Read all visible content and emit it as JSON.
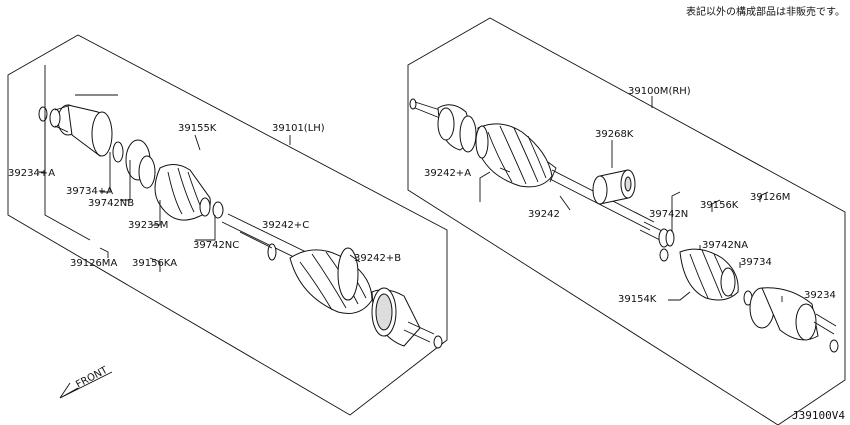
{
  "header_note": "表記以外の構成部品は非販売です。",
  "diagram_code": "J39100V4",
  "front_label": "FRONT",
  "left_assembly": {
    "title": "39101(LH)",
    "labels": {
      "p39234A": "39234+A",
      "p39734A": "39734+A",
      "p39742NB": "39742NB",
      "p39235M": "39235M",
      "p39742NC": "39742NC",
      "p39155K": "39155K",
      "p39126MA": "39126MA",
      "p39156KA": "39156KA",
      "p39242C": "39242+C",
      "p39242B": "39242+B"
    }
  },
  "right_assembly": {
    "title": "39100M(RH)",
    "labels": {
      "p39268K": "39268K",
      "p39242A": "39242+A",
      "p39242": "39242",
      "p39742N": "39742N",
      "p39156K": "39156K",
      "p39126M": "39126M",
      "p39742NA": "39742NA",
      "p39734": "39734",
      "p39234": "39234",
      "p39154K": "39154K"
    }
  }
}
